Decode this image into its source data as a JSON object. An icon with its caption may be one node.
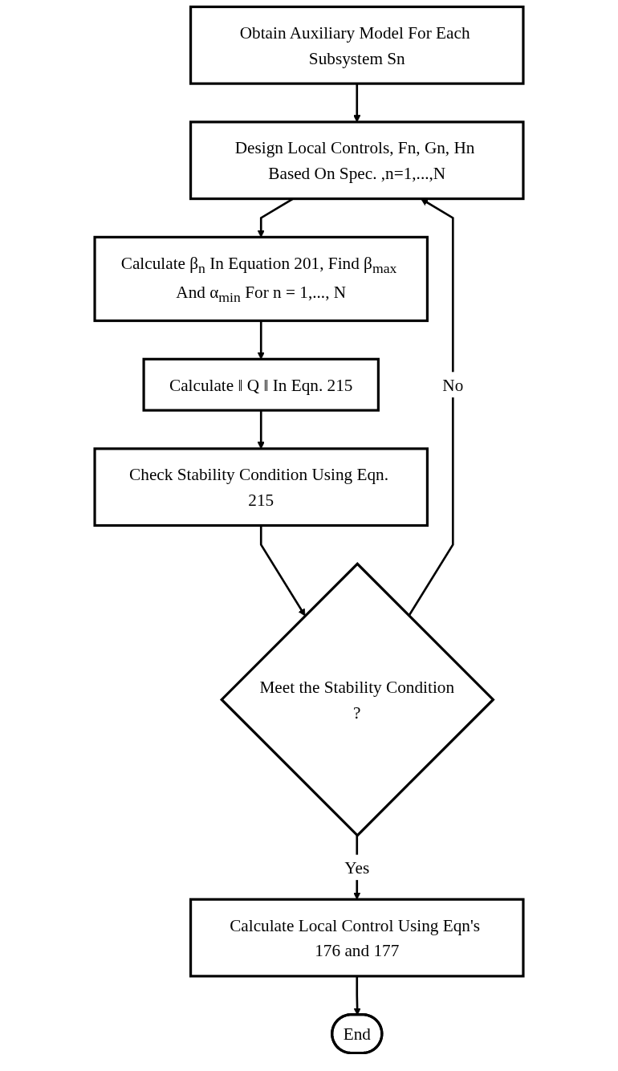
{
  "diagram": {
    "nodes": [
      {
        "text": [
          "Obtain Auxiliary Model For Each Subsystem Sn"
        ]
      },
      {
        "text": [
          "Design Local Controls, Fn, Gn, Hn Based On Spec. ,n=1,...,N"
        ]
      },
      {
        "text": [
          "Calculate β$_{n}$ In Equation 201, Find β$_{max}$ And α$_{min}$ For n = 1,..., N"
        ]
      },
      {
        "text": [
          "Calculate ‖ Q ‖ In Eqn. 215"
        ]
      },
      {
        "text": [
          "Check Stability Condition Using Eqn. 215"
        ]
      },
      {
        "text": [
          "Meet the Stability Condition",
          "?"
        ]
      },
      {
        "text": [
          "Calculate Local Control Using Eqn's 176 and 177"
        ]
      },
      {
        "text": [
          "End"
        ]
      }
    ],
    "edges": [
      {
        "from": 0,
        "to": 1,
        "arrow": "to"
      },
      {
        "from": 1,
        "to": 2,
        "arrow": "to"
      },
      {
        "from": 2,
        "to": 3,
        "arrow": "to"
      },
      {
        "from": 3,
        "to": 4,
        "arrow": "to"
      },
      {
        "from": 4,
        "to": 5,
        "arrow": "to"
      },
      {
        "from": 5,
        "to": 1,
        "arrow": "to",
        "label": "No"
      },
      {
        "from": 5,
        "to": 6,
        "arrow": "to",
        "label": "Yes"
      },
      {
        "from": 6,
        "to": 7,
        "arrow": "to"
      }
    ]
  }
}
